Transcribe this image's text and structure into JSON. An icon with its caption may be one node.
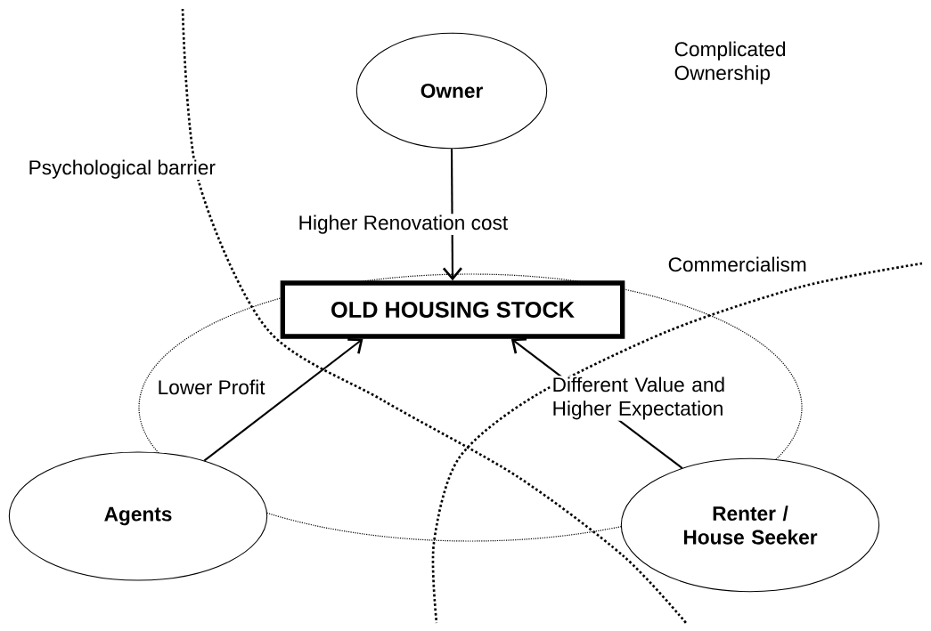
{
  "diagram": {
    "nodes": [
      {
        "text": [
          "Owner"
        ]
      },
      {
        "text": [
          "OLD HOUSING STOCK"
        ]
      },
      {
        "text": [
          "Agents"
        ]
      },
      {
        "text": [
          "Renter / House Seeker"
        ]
      }
    ],
    "edges": [
      {
        "from": 0,
        "to": 1,
        "arrow": "to",
        "label": "Higher Renovation cost"
      },
      {
        "from": 2,
        "to": 1,
        "arrow": "to",
        "label": "Lower Profit"
      },
      {
        "from": 3,
        "to": 1,
        "arrow": "to",
        "label": "Different Value and Higher Expectation"
      }
    ],
    "labels": [
      "Complicated Ownership",
      "Psychological barrier",
      "Commercialism"
    ]
  }
}
